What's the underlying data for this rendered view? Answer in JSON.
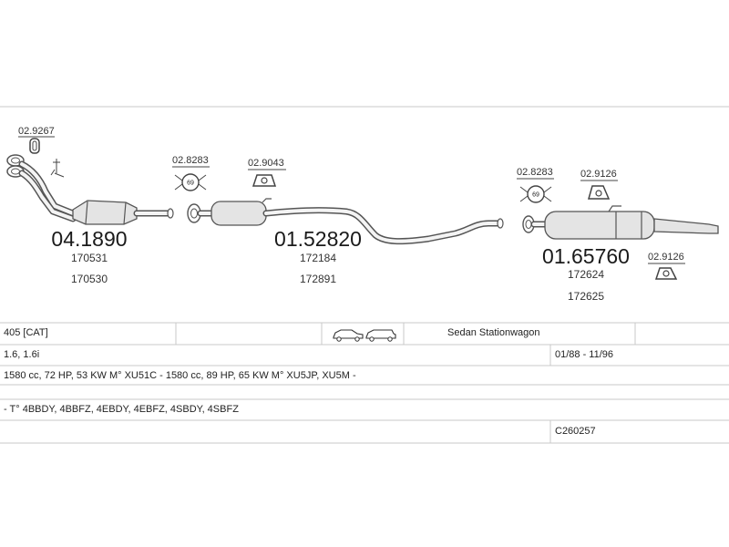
{
  "parts": {
    "catalyst": {
      "part_number": "04.1890",
      "refs": [
        "170531",
        "170530"
      ]
    },
    "middle_silencer": {
      "part_number": "01.52820",
      "refs": [
        "172184",
        "172891"
      ]
    },
    "rear_silencer": {
      "part_number": "01.65760",
      "refs": [
        "172624",
        "172625"
      ]
    }
  },
  "accessories": {
    "gasket_front": "02.9267",
    "clamp_middle": "02.8283",
    "hanger_middle": "02.9043",
    "clamp_rear": "02.8283",
    "hanger_rear_top": "02.9126",
    "hanger_rear_bottom": "02.9126",
    "clamp_size": "69"
  },
  "info_table": {
    "model": "405  [CAT]",
    "body_types": "Sedan  Stationwagon",
    "engine": "1.6, 1.6i",
    "period": "01/88 - 11/96",
    "specs": "1580 cc, 72 HP, 53 KW M° XU51C - 1580 cc, 89 HP, 65 KW M° XU5JP, XU5M -",
    "types": "- T° 4BBDY, 4BBFZ, 4EBDY, 4EBFZ, 4SBDY, 4SBFZ",
    "code": "C260257"
  },
  "icons": [
    "sedan-car-icon",
    "station-wagon-car-icon"
  ],
  "colors": {
    "line": "#555555",
    "fill": "#e4e4e4",
    "divider": "#c8c8c8"
  }
}
